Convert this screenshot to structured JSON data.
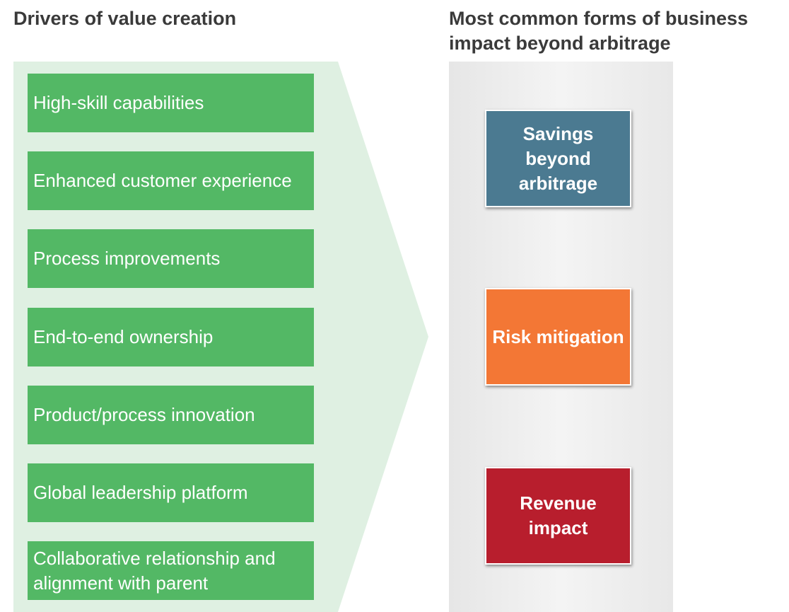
{
  "left_heading": "Drivers of value creation",
  "right_heading": "Most common forms of business impact beyond arbitrage",
  "drivers": [
    "High-skill capabilities",
    "Enhanced customer experience",
    "Process improvements",
    "End-to-end ownership",
    "Product/process innovation",
    "Global leadership platform",
    "Collaborative relationship and alignment with parent"
  ],
  "impacts": [
    "Savings beyond arbitrage",
    "Risk mitigation",
    "Revenue impact"
  ],
  "colors": {
    "chevron_fill": "#dff0e2",
    "driver_fill": "#53b865",
    "impact_savings": "#4b7a91",
    "impact_risk": "#f37735",
    "impact_revenue": "#b81e2d"
  }
}
